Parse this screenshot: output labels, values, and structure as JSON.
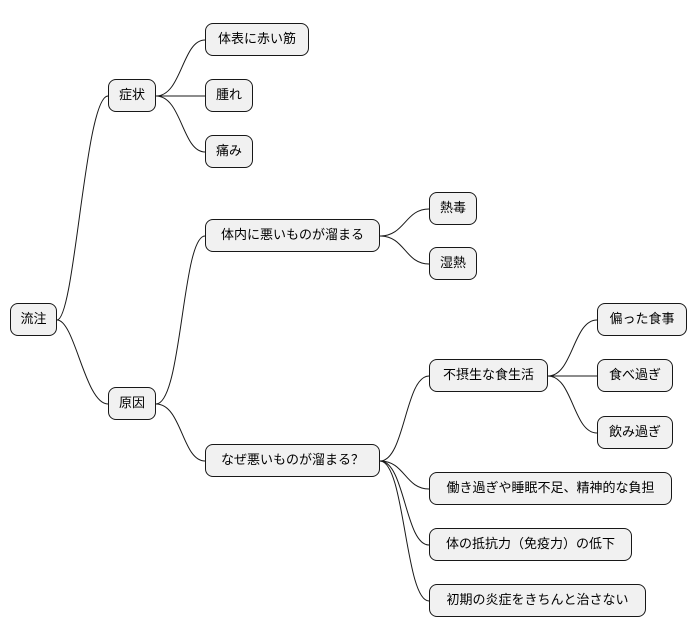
{
  "mindmap": {
    "root": "流注",
    "symptoms": {
      "label": "症状",
      "children": [
        "体表に赤い筋",
        "腫れ",
        "痛み"
      ]
    },
    "causes": {
      "label": "原因",
      "accumulate": {
        "label": "体内に悪いものが溜まる",
        "children": [
          "熱毒",
          "湿熱"
        ]
      },
      "why": {
        "label": "なぜ悪いものが溜まる？",
        "diet": {
          "label": "不摂生な食生活",
          "children": [
            "偏った食事",
            "食べ過ぎ",
            "飲み過ぎ"
          ]
        },
        "overwork": "働き過ぎや睡眠不足、精神的な負担",
        "immunity": "体の抵抗力（免疫力）の低下",
        "inflammation": "初期の炎症をきちんと治さない"
      }
    }
  }
}
